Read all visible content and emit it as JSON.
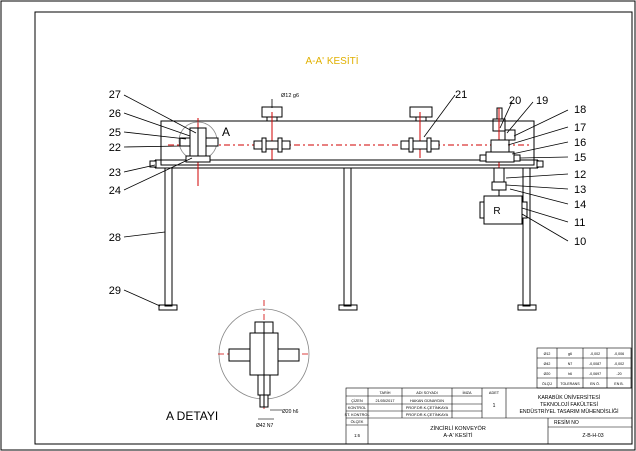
{
  "drawing": {
    "section_title": "A-A' KESİTİ",
    "detail_marker": "A",
    "detail_title": "A DETAYI",
    "motor_label": "R",
    "dim_shaft": "Ø12 g6",
    "dim_detail_bottom": "Ø42 N7",
    "dim_detail_right": "Ø20 h6",
    "callouts_left": [
      "27",
      "26",
      "25",
      "22",
      "23",
      "24",
      "28",
      "29"
    ],
    "callouts_top": [
      "21",
      "20",
      "19"
    ],
    "callouts_right": [
      "18",
      "17",
      "16",
      "15",
      "12",
      "13",
      "14",
      "11",
      "10"
    ]
  },
  "fits_table": {
    "rows": [
      [
        "Ø12",
        "g6",
        "-0,002",
        "-0,006"
      ],
      [
        "Ø42",
        "N7",
        "-0,0087",
        "-0,002"
      ],
      [
        "Ø20",
        "h6",
        "-0,0697",
        "-20"
      ],
      [
        "ÖLÇÜ",
        "TOLERANS",
        "EN Ö.",
        "EN B."
      ]
    ]
  },
  "title_block": {
    "header": [
      "TARİH",
      "ADI SOYADI",
      "İMZA",
      "ADET"
    ],
    "rows": [
      [
        "ÇİZEN",
        "21/05/2017",
        "HAKAN GÜNAYDIN",
        "",
        ""
      ],
      [
        "KONTROL",
        "",
        "PROF.DR.K.ÇETİNKAYA",
        "",
        ""
      ],
      [
        "ST. KONTROL",
        "",
        "PROF.DR.K.ÇETİNKAYA",
        "",
        ""
      ],
      [
        "ÖLÇEK",
        "",
        "",
        "",
        ""
      ]
    ],
    "qty": "1",
    "scale": "1:6",
    "university": [
      "KARABÜK ÜNİVERSİTESİ",
      "TEKNOLOJİ FAKÜLTESİ",
      "ENDÜSTRİYEL TASARIM MÜHENDİSLİĞİ"
    ],
    "part_name": [
      "ZİNCİRLİ KONVEYÖR",
      "A-A' KESİTİ"
    ],
    "drawing_no_label": "RESİM NO",
    "drawing_no": "Z-B-H-03"
  }
}
